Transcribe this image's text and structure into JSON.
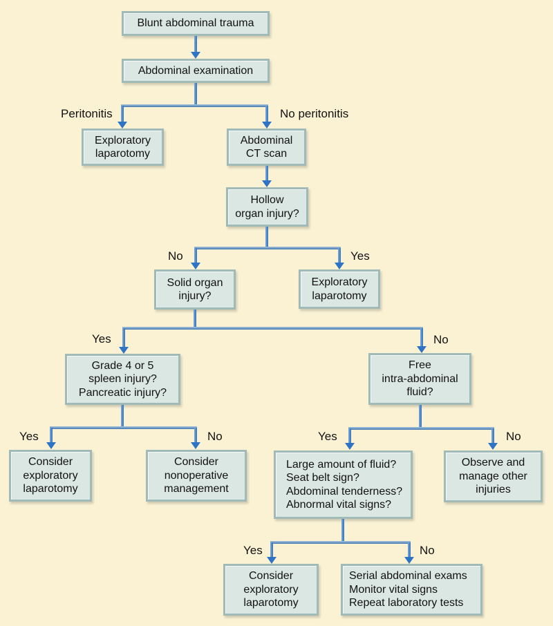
{
  "nodes": {
    "blunt_trauma": "Blunt abdominal trauma",
    "abdominal_exam": "Abdominal examination",
    "exploratory_lap_peritonitis": "Exploratory\nlaparotomy",
    "abdominal_ct": "Abdominal\nCT scan",
    "hollow_organ": "Hollow\norgan injury?",
    "solid_organ": "Solid organ\ninjury?",
    "exploratory_lap_hollow": "Exploratory\nlaparotomy",
    "grade_spleen": "Grade 4 or 5\nspleen injury?\nPancreatic injury?",
    "free_fluid": "Free\nintra-abdominal\nfluid?",
    "consider_lap_spleen": "Consider\nexploratory\nlaparotomy",
    "consider_nonoperative": "Consider\nnonoperative\nmanagement",
    "fluid_findings": "Large amount of fluid?\nSeat belt sign?\nAbdominal tenderness?\nAbnormal vital signs?",
    "observe_manage": "Observe and\nmanage other\ninjuries",
    "consider_lap_fluid": "Consider\nexploratory\nlaparotomy",
    "serial_monitoring": "Serial abdominal exams\nMonitor vital signs\nRepeat laboratory tests"
  },
  "edge_labels": {
    "peritonitis": "Peritonitis",
    "no_peritonitis": "No peritonitis",
    "hollow_no": "No",
    "hollow_yes": "Yes",
    "solid_yes": "Yes",
    "solid_no": "No",
    "spleen_yes": "Yes",
    "spleen_no": "No",
    "fluid_yes": "Yes",
    "fluid_no": "No",
    "findings_yes": "Yes",
    "findings_no": "No"
  },
  "colors": {
    "background": "#FBF2D4",
    "box_fill": "#DBE7E3",
    "box_border": "#A0BAB8",
    "arrow_blue": "#2F74C4",
    "text": "#111111"
  }
}
